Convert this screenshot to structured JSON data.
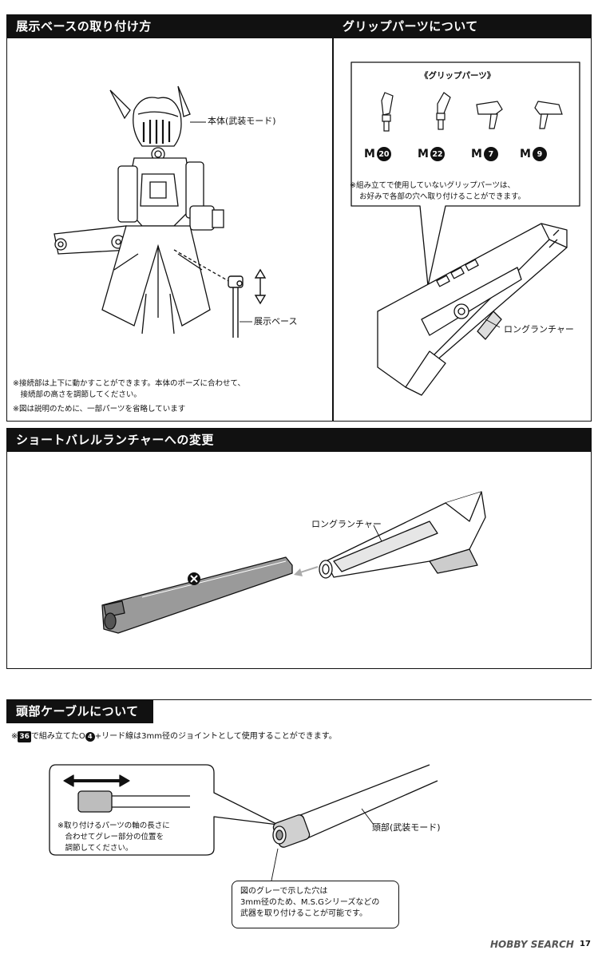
{
  "section1": {
    "title": "展示ベースの取り付け方",
    "label_body": "本体(武装モード)",
    "label_base": "展示ベース",
    "note1_line1": "※接続部は上下に動かすことができます。本体のポーズに合わせて、",
    "note1_line2": "　接続部の高さを調節してください。",
    "note2": "※図は説明のために、一部パーツを省略しています"
  },
  "section2": {
    "title": "グリップパーツについて",
    "subtitle": "《グリップパーツ》",
    "parts": [
      {
        "letter": "M",
        "num": "20"
      },
      {
        "letter": "M",
        "num": "22"
      },
      {
        "letter": "M",
        "num": "7"
      },
      {
        "letter": "M",
        "num": "9"
      }
    ],
    "note_line1": "※組み立てで使用していないグリップパーツは、",
    "note_line2": "お好みで各部の穴へ取り付けることができます。",
    "label_launcher": "ロングランチャー"
  },
  "section3": {
    "title": "ショートバレルランチャーへの変更",
    "label_launcher": "ロングランチャー"
  },
  "section4": {
    "title": "頭部ケーブルについて",
    "intro_pre": "※",
    "intro_step": "36",
    "intro_mid": "で組み立てたO",
    "intro_num": "4",
    "intro_post": "+リード線は3mm径のジョイントとして使用することができます。",
    "detail_line1": "※取り付けるパーツの軸の長さに",
    "detail_line2": "　合わせてグレー部分の位置を",
    "detail_line3": "　調節してください。",
    "label_head": "頭部(武装モード)",
    "callout_line1": "図のグレーで示した穴は",
    "callout_line2": "3mm径のため、M.S.Gシリーズなどの",
    "callout_line3": "武器を取り付けることが可能です。"
  },
  "footer": {
    "logo": "HOBBY SEARCH",
    "page": "17"
  }
}
